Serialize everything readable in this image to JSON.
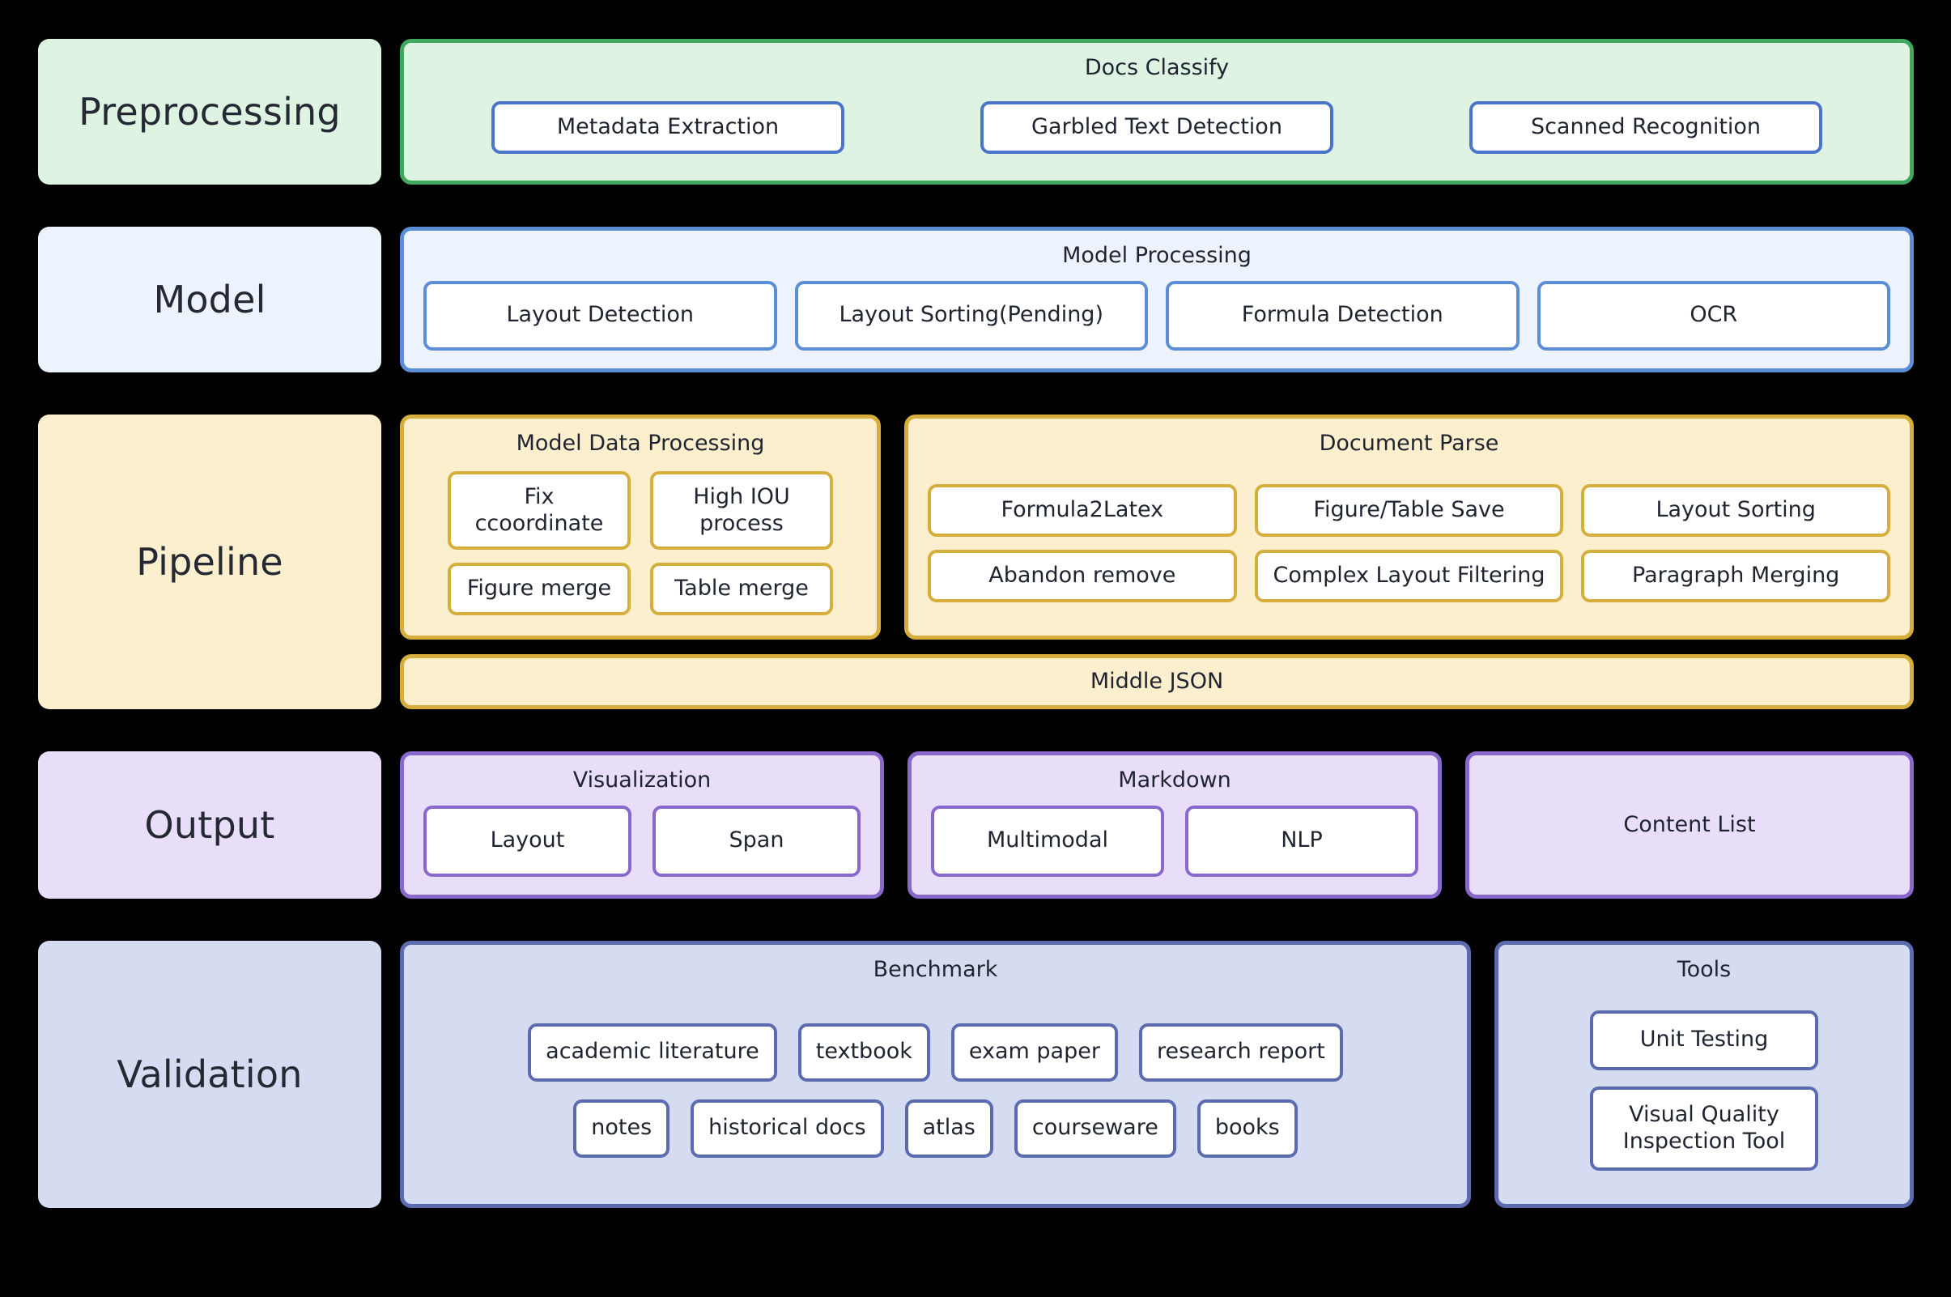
{
  "stages": [
    {
      "id": "preprocessing",
      "label": "Preprocessing",
      "groups": [
        {
          "id": "docs-classify",
          "title": "Docs Classify",
          "items": [
            "Metadata Extraction",
            "Garbled Text Detection",
            "Scanned Recognition"
          ]
        }
      ]
    },
    {
      "id": "model",
      "label": "Model",
      "groups": [
        {
          "id": "model-processing",
          "title": "Model Processing",
          "items": [
            "Layout Detection",
            "Layout Sorting(Pending)",
            "Formula Detection",
            "OCR"
          ]
        }
      ]
    },
    {
      "id": "pipeline",
      "label": "Pipeline",
      "groups": [
        {
          "id": "model-data-processing",
          "title": "Model Data Processing",
          "items": [
            "Fix ccoordinate",
            "High IOU process",
            "Figure merge",
            "Table merge"
          ]
        },
        {
          "id": "document-parse",
          "title": "Document Parse",
          "rows": [
            [
              "Formula2Latex",
              "Figure/Table Save",
              "Layout Sorting"
            ],
            [
              "Abandon remove",
              "Complex Layout Filtering",
              "Paragraph Merging"
            ]
          ]
        },
        {
          "id": "middle-json",
          "title": "Middle JSON",
          "items": []
        }
      ]
    },
    {
      "id": "output",
      "label": "Output",
      "groups": [
        {
          "id": "visualization",
          "title": "Visualization",
          "items": [
            "Layout",
            "Span"
          ]
        },
        {
          "id": "markdown",
          "title": "Markdown",
          "items": [
            "Multimodal",
            "NLP"
          ]
        },
        {
          "id": "content-list",
          "title": "Content List",
          "items": []
        }
      ]
    },
    {
      "id": "validation",
      "label": "Validation",
      "groups": [
        {
          "id": "benchmark",
          "title": "Benchmark",
          "rows": [
            [
              "academic literature",
              "textbook",
              "exam paper",
              "research report"
            ],
            [
              "notes",
              "historical docs",
              "atlas",
              "courseware",
              "books"
            ]
          ]
        },
        {
          "id": "tools",
          "title": "Tools",
          "items": [
            "Unit Testing",
            "Visual Quality Inspection Tool"
          ]
        }
      ]
    }
  ],
  "colors": {
    "background": "#000000",
    "preprocessing_fill": "#dff3e3",
    "preprocessing_border": "#41a85f",
    "model_fill": "#edf3fd",
    "model_border": "#5b8ed6",
    "pipeline_fill": "#fcefcd",
    "pipeline_border": "#d6ae3e",
    "output_fill": "#e8defa",
    "output_border": "#8968cd",
    "validation_fill": "#d5dcf2",
    "validation_border": "#5c6bb0",
    "chip_fill": "#ffffff",
    "text": "#1f2430"
  }
}
